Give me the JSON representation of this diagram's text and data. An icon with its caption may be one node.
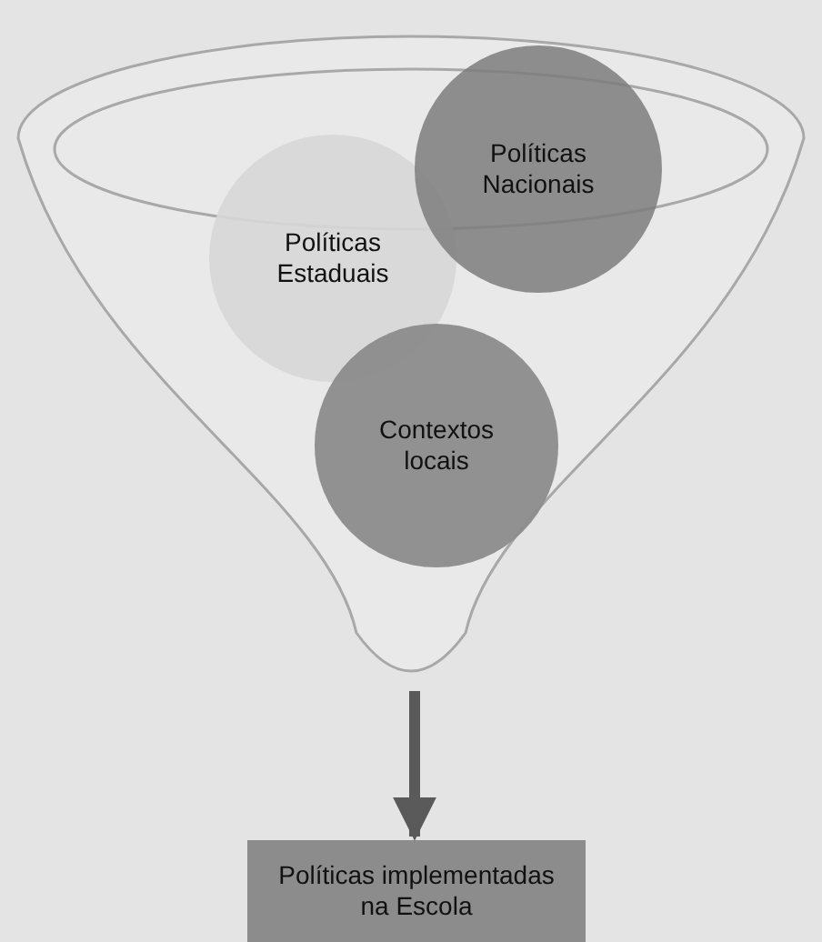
{
  "diagram": {
    "nodes": [
      {
        "text": [],
        "shape": "funnel"
      },
      {
        "text": [
          "Políticas Estaduais"
        ],
        "in": 0
      },
      {
        "text": [
          "Políticas Nacionais"
        ],
        "in": 0
      },
      {
        "text": [
          "Contextos locais"
        ],
        "in": 0
      },
      {
        "text": [
          "Políticas implementadas na Escola"
        ]
      }
    ],
    "edges": [
      {
        "from": 0,
        "to": 4,
        "arrow": "to"
      }
    ]
  }
}
